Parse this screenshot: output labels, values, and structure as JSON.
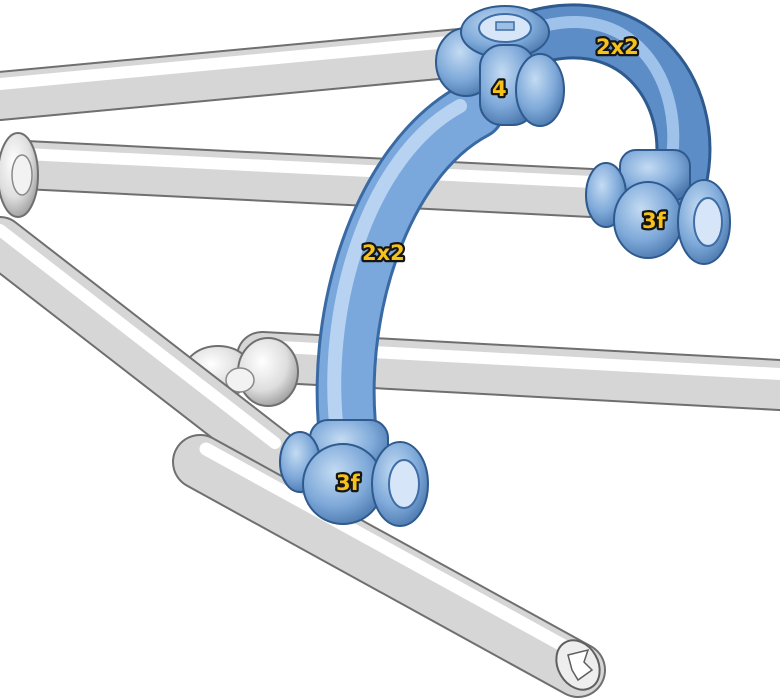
{
  "colors": {
    "highlight": "#78a7da",
    "highlight_light": "#bfd8f2",
    "highlight_dark": "#3f6ea6",
    "grey_tube": "#d4d4d4",
    "grey_light": "#ffffff",
    "grey_dark": "#8e8e8e",
    "label_fill": "#f6c21a",
    "label_stroke": "#151515"
  },
  "labels": {
    "top_arch": "2x2",
    "front_arch": "2x2",
    "top_connector": "4",
    "right_connector": "3f",
    "bottom_connector": "3f"
  }
}
